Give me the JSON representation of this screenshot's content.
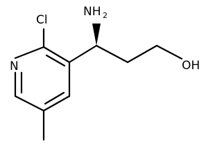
{
  "molecule": {
    "atoms": {
      "amine": "NH",
      "amine_subscript": "2",
      "chlorine": "Cl",
      "ring_nitrogen": "N",
      "hydroxyl": "OH"
    },
    "colors": {
      "bond": "#000000",
      "label": "#000000",
      "background": "#ffffff"
    }
  }
}
